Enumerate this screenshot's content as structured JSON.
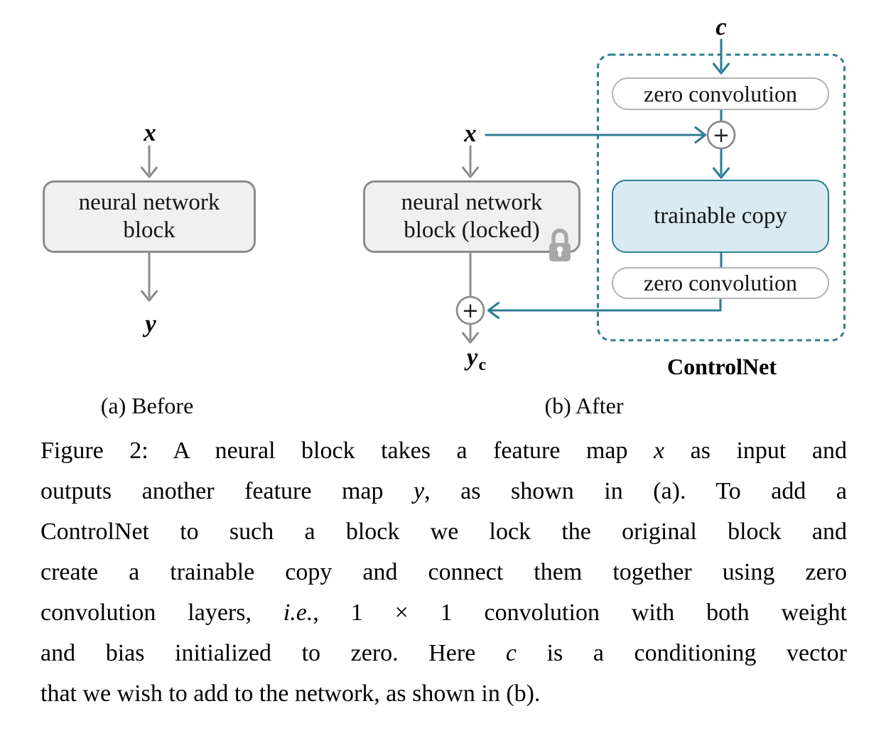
{
  "colors": {
    "teal": "#2e7e95",
    "box_border": "#8c8c8c",
    "pill_border": "#b4b4b4",
    "box_fill": "#f0f0f0",
    "trainable_fill": "#d9eaf2",
    "lock_gray": "#a8a8a8",
    "ink": "#111111",
    "background": "#ffffff"
  },
  "symbols": {
    "plus": "+"
  },
  "diagram_before": {
    "input_label": "x",
    "block_line1": "neural network",
    "block_line2": "block",
    "output_label": "y",
    "caption": "(a) Before"
  },
  "diagram_after": {
    "condition_label": "c",
    "input_label": "x",
    "zero_convolution_top": "zero convolution",
    "zero_convolution_bottom": "zero convolution",
    "trainable_copy": "trainable copy",
    "locked_block_line1": "neural network",
    "locked_block_line2": "block (locked)",
    "output_label": "y",
    "output_subscript": "c",
    "controlnet_label": "ControlNet",
    "caption": "(b) After"
  },
  "figure_caption": {
    "lines": [
      [
        {
          "t": "Figure 2: A neural block takes a feature map "
        },
        {
          "t": "x",
          "i": 1
        },
        {
          "t": " as input and"
        }
      ],
      [
        {
          "t": "outputs another feature map "
        },
        {
          "t": "y",
          "i": 1
        },
        {
          "t": ", as shown in (a). To add a"
        }
      ],
      [
        {
          "t": "ControlNet to such a block we lock the original block and"
        }
      ],
      [
        {
          "t": "create a trainable copy and connect them together using zero"
        }
      ],
      [
        {
          "t": "convolution layers, "
        },
        {
          "t": "i.e.",
          "i": 1
        },
        {
          "t": ", 1 × 1 convolution with both weight"
        }
      ],
      [
        {
          "t": "and bias initialized to zero. Here "
        },
        {
          "t": "c",
          "i": 1
        },
        {
          "t": " is a conditioning vector"
        }
      ],
      [
        {
          "t": "that we wish to add to the network, as shown in (b)."
        }
      ]
    ]
  }
}
